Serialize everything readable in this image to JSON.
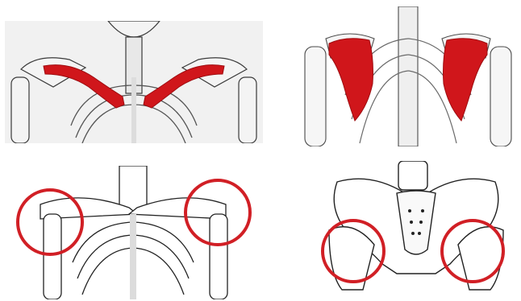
{
  "figure": {
    "panels": [
      {
        "subject": "clavicle",
        "highlight": "fill"
      },
      {
        "subject": "scapula",
        "highlight": "fill"
      },
      {
        "subject": "shoulder-joint",
        "highlight": "circle"
      },
      {
        "subject": "hip-joint",
        "highlight": "circle"
      }
    ],
    "colors": {
      "highlight_red": "#d0161b",
      "circle_red": "#d11f25",
      "bone_outline": "#3a3a3a",
      "bone_fill": "#f4f4f4",
      "panel_bg": "#f1f1f1"
    }
  }
}
